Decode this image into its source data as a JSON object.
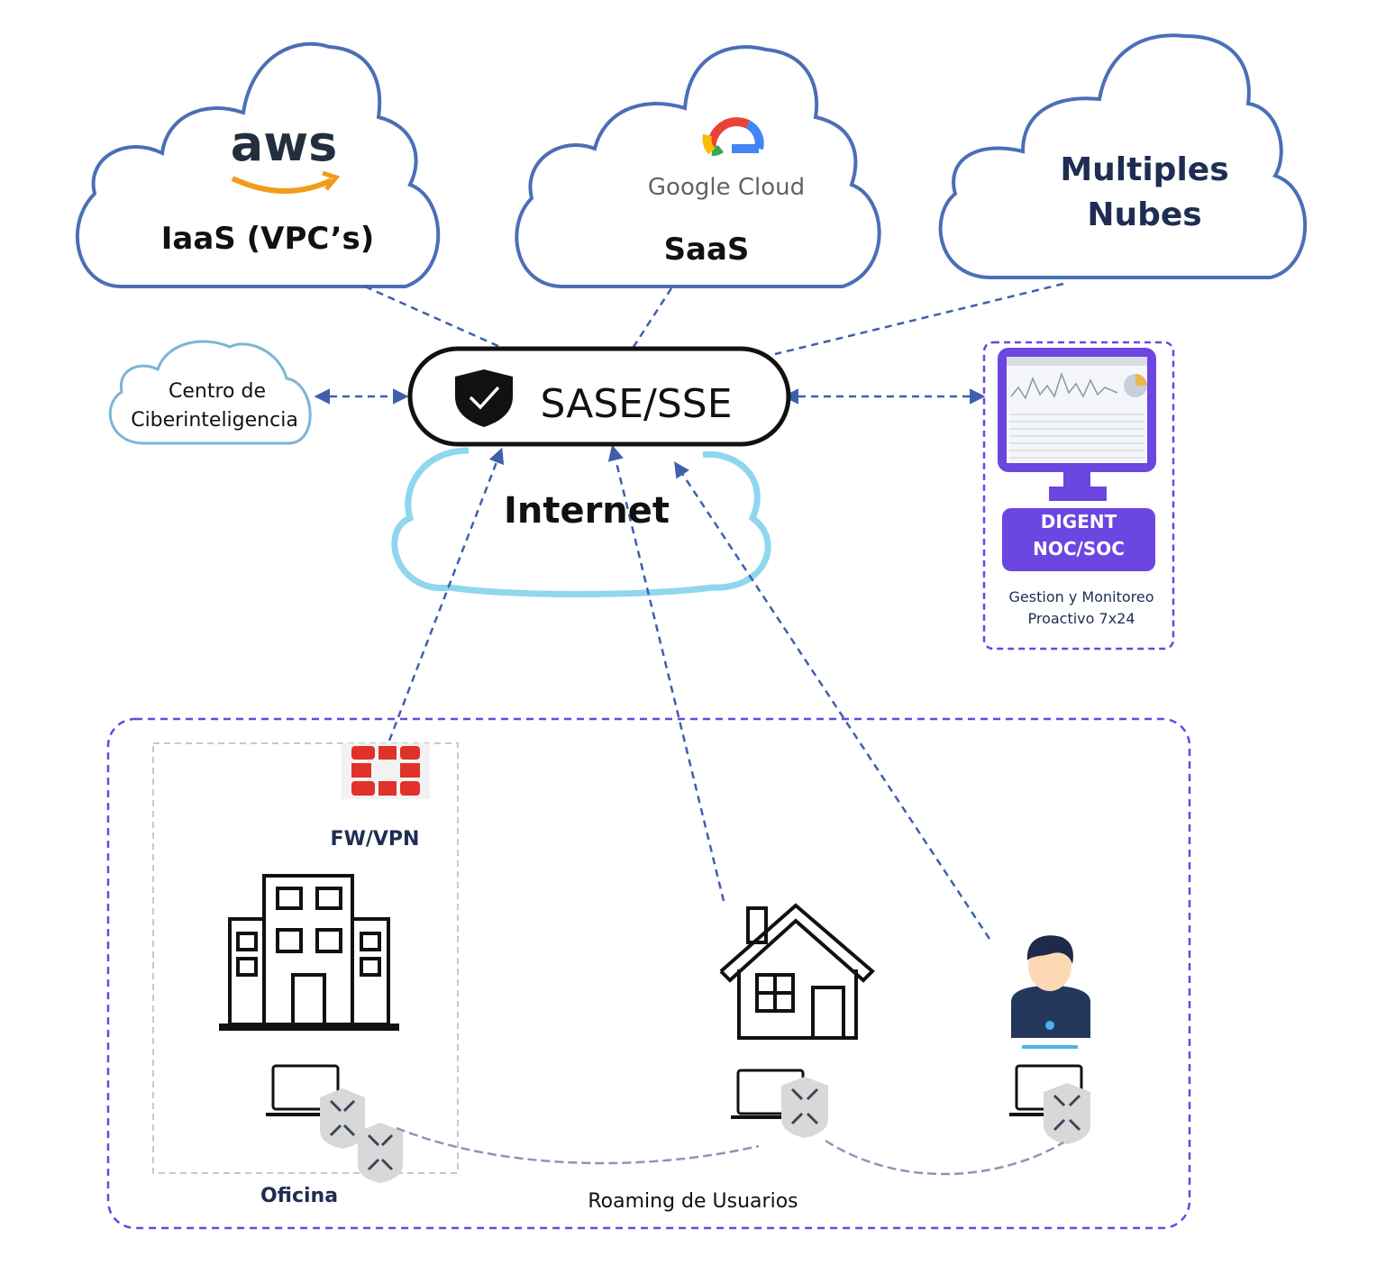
{
  "clouds": {
    "aws": {
      "logo": "aws",
      "label": "IaaS (VPC’s)"
    },
    "google": {
      "logo": "Google Cloud",
      "label": "SaaS"
    },
    "multi": {
      "line1": "Multiples",
      "line2": "Nubes"
    }
  },
  "cyber": {
    "line1": "Centro de",
    "line2": "Ciberinteligencia"
  },
  "sase": {
    "label": "SASE/SSE",
    "icon": "shield-check-icon"
  },
  "internet": {
    "label": "Internet"
  },
  "noc": {
    "button_line1": "DIGENT",
    "button_line2": "NOC/SOC",
    "caption_line1": "Gestion y Monitoreo",
    "caption_line2": "Proactivo 7x24",
    "icon": "monitor-icon"
  },
  "office": {
    "fw_label": "FW/VPN",
    "label": "Oficina",
    "icon": "fortinet-firewall-icon"
  },
  "roaming": {
    "label": "Roaming de Usuarios"
  },
  "colors": {
    "cloud_blue": "#4a6fb5",
    "internet_cyan": "#8fd6ee",
    "purple": "#6b46e0",
    "navy": "#1e2d52",
    "fortinet_red": "#e0312b"
  }
}
